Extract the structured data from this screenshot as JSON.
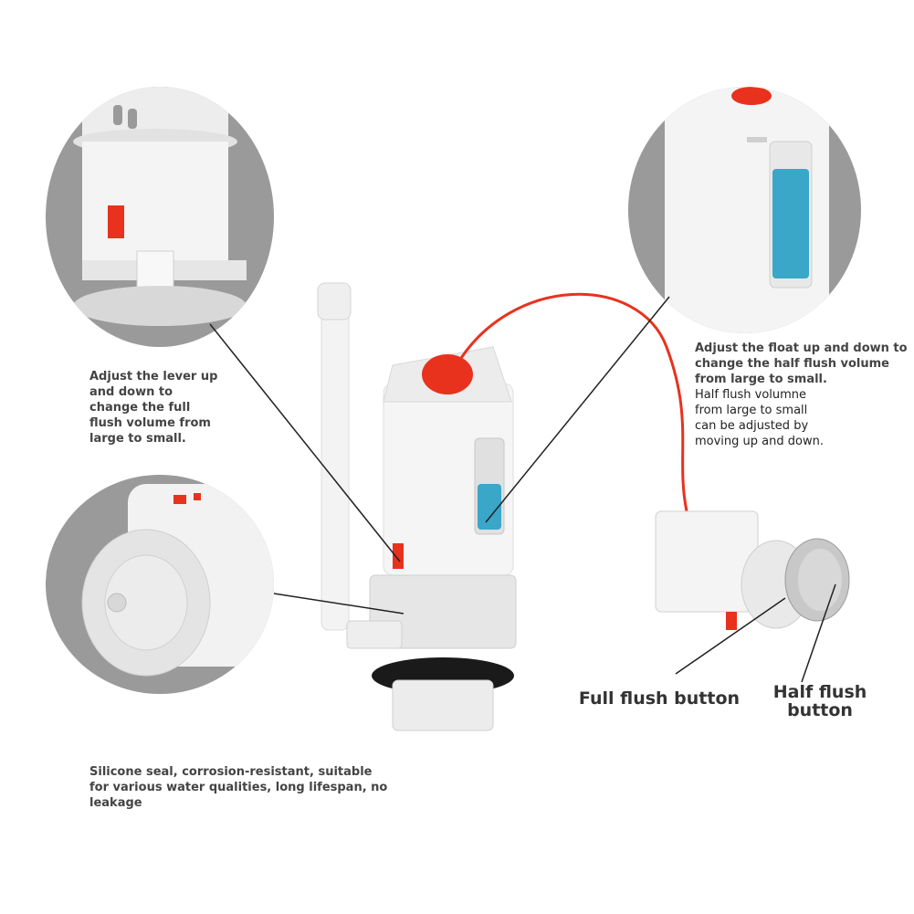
{
  "annotations": {
    "lever_note": "Adjust the lever up\nand down to\nchange the full\nflush volume from\nlarge to small.",
    "float_note_bold": "Adjust the float up and down to\nchange the half flush volume\nfrom large to small.",
    "float_note_plain": "Half flush volumne\nfrom large to small\ncan be adjusted by\nmoving up and down.",
    "seal_note": "Silicone seal, corrosion-resistant, suitable\nfor various water qualities, long lifespan, no\nleakage",
    "full_flush_label": "Full flush button",
    "half_flush_label": "Half flush\nbutton"
  },
  "colors": {
    "circle_bg": "#9a9a9a",
    "valve_white": "#f4f4f4",
    "accent_red": "#e8321e",
    "float_blue": "#3aa6c8",
    "seal_black": "#1a1a1a",
    "chrome": "#c8c8c8"
  }
}
